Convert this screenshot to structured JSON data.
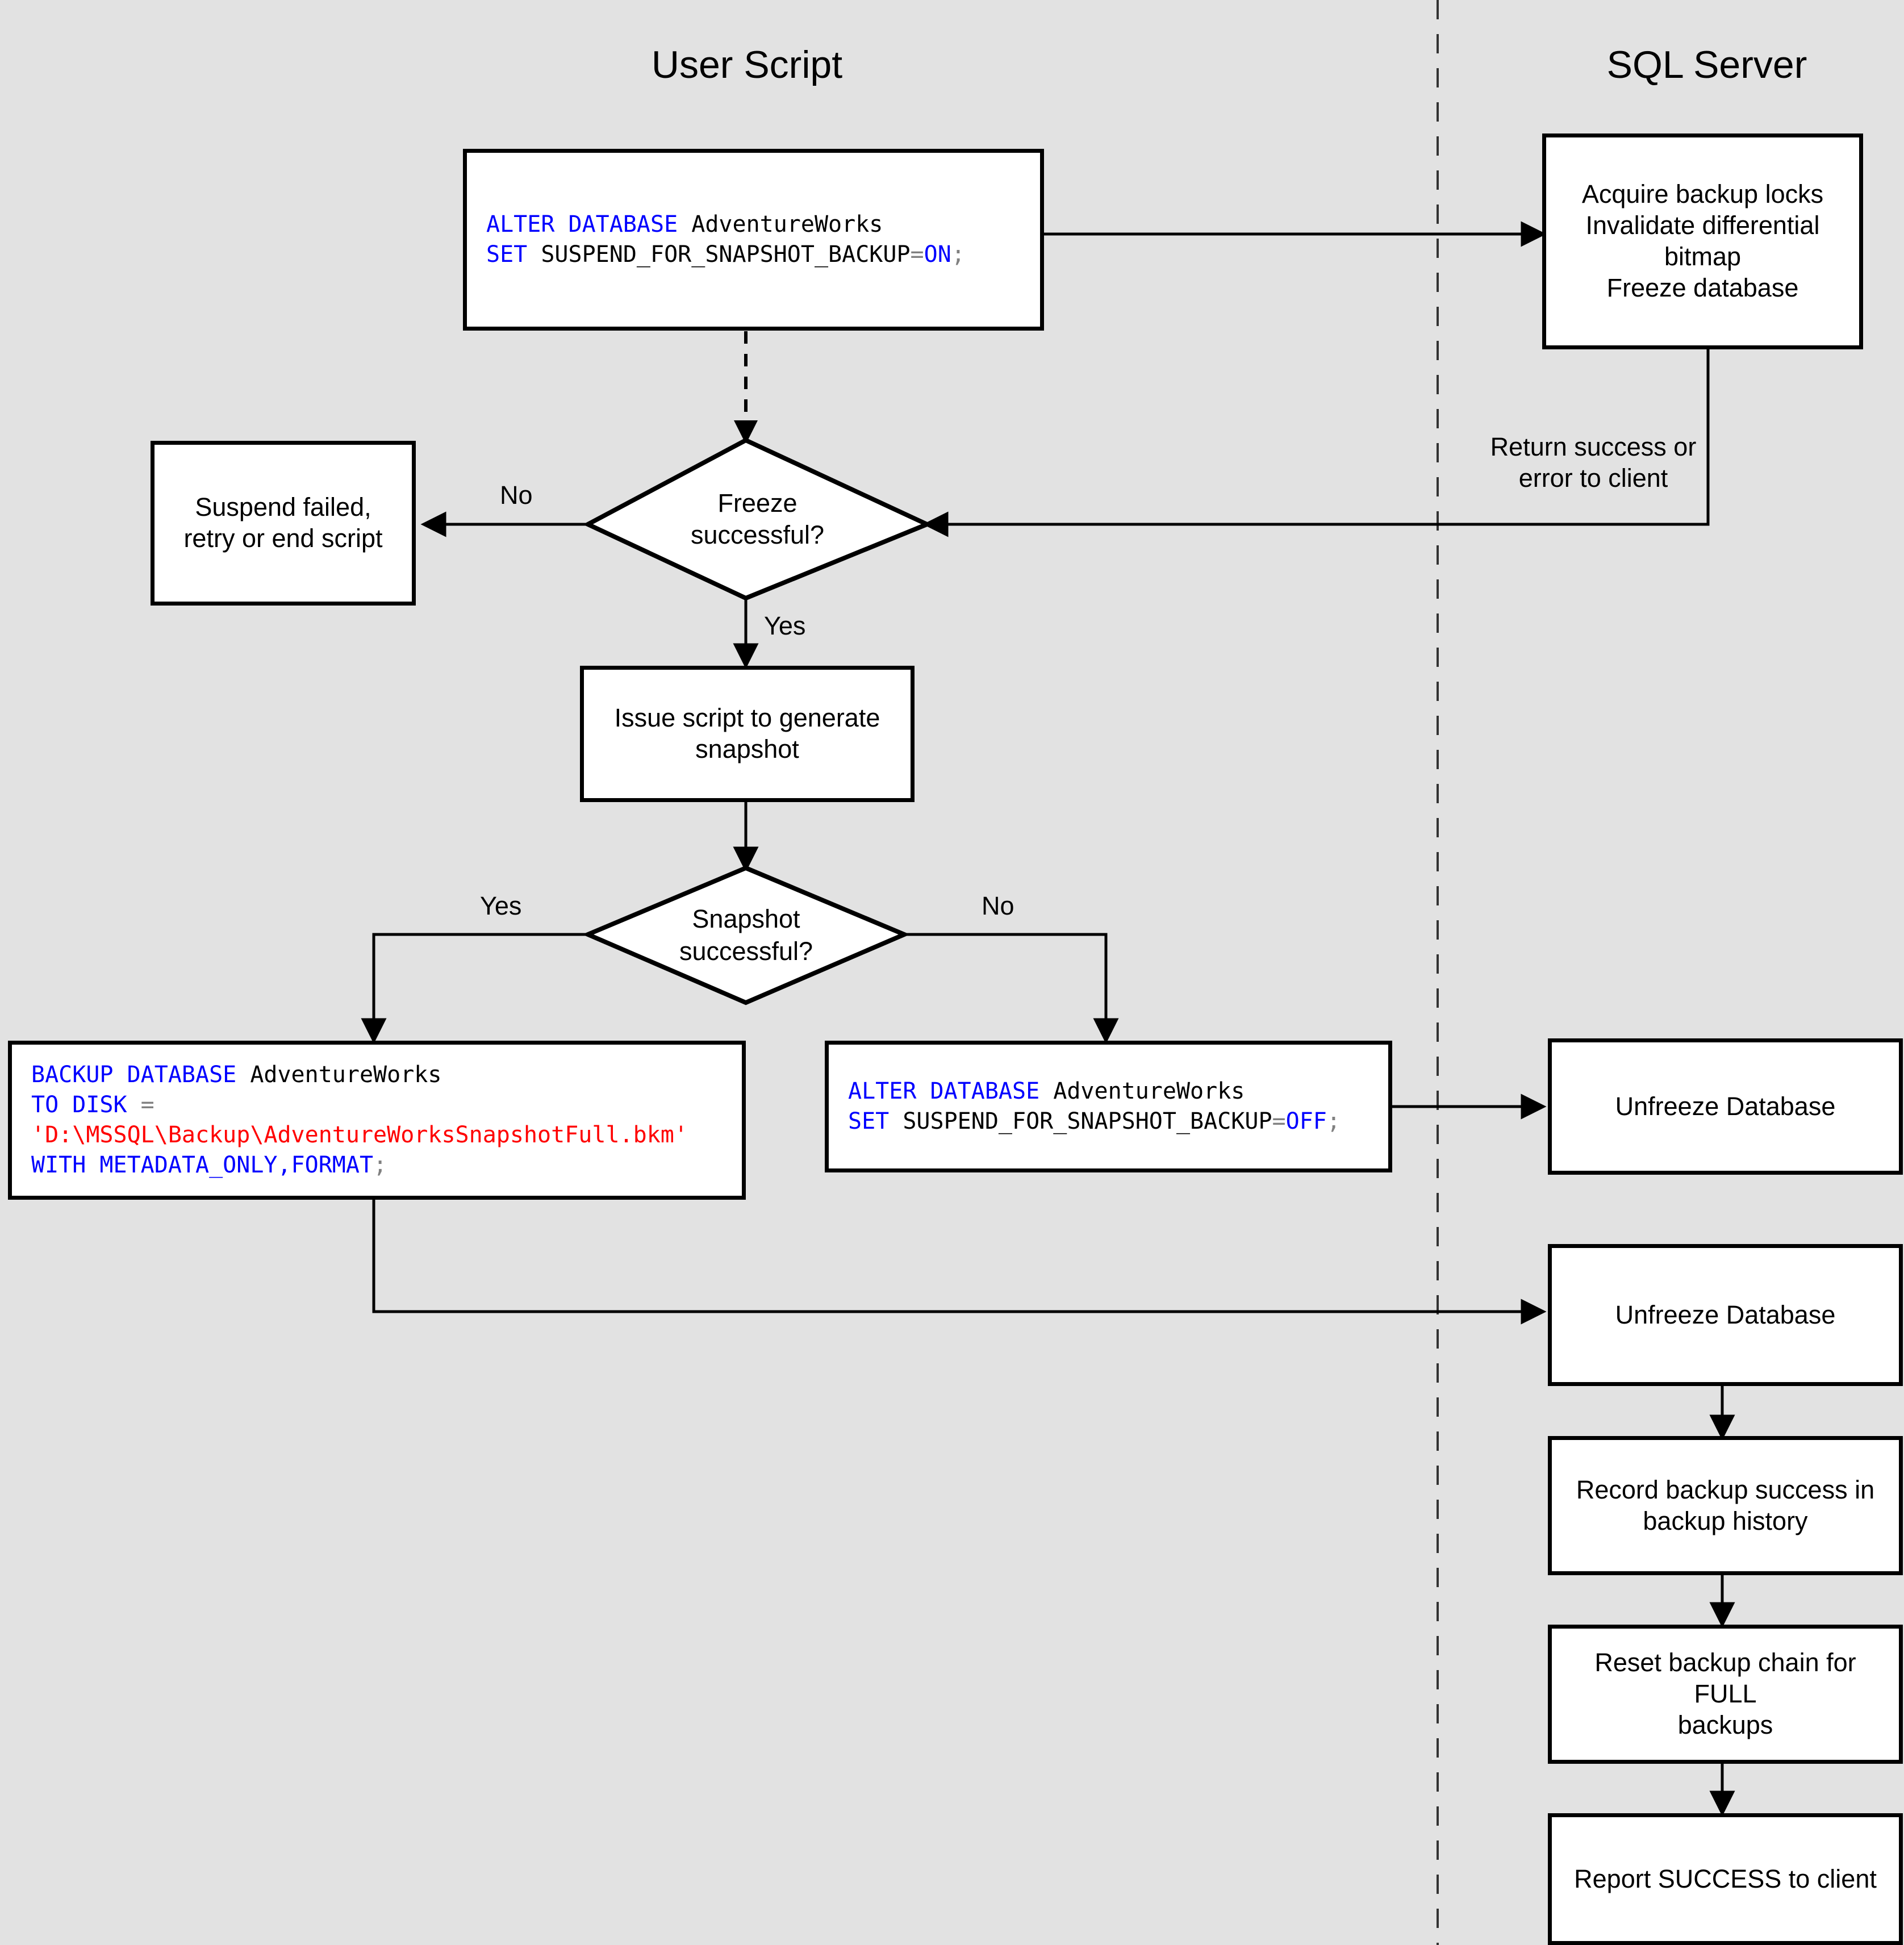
{
  "diagram": {
    "title_left": "User Script",
    "title_right": "SQL Server",
    "background_color": "#e2e2e2",
    "node_fill": "#ffffff",
    "stroke_color": "#000000",
    "sql_keyword_color": "#0000ff",
    "sql_string_color": "#ff0000",
    "sql_operator_color": "#808080"
  },
  "nodes": {
    "alter_on": {
      "type": "code",
      "lines": [
        [
          {
            "t": "ALTER DATABASE ",
            "c": "kw"
          },
          {
            "t": "AdventureWorks",
            "c": "pl"
          }
        ],
        [
          {
            "t": "SET ",
            "c": "kw"
          },
          {
            "t": "SUSPEND_FOR_SNAPSHOT_BACKUP",
            "c": "pl"
          },
          {
            "t": "=",
            "c": "op"
          },
          {
            "t": "ON",
            "c": "kw"
          },
          {
            "t": ";",
            "c": "op"
          }
        ]
      ],
      "plain": "ALTER DATABASE AdventureWorks SET SUSPEND_FOR_SNAPSHOT_BACKUP=ON;"
    },
    "acquire_locks": {
      "type": "box",
      "label": "Acquire backup locks\nInvalidate differential bitmap\nFreeze database"
    },
    "suspend_failed": {
      "type": "box",
      "label": "Suspend failed,\nretry or end script"
    },
    "freeze_decision": {
      "type": "diamond",
      "label": "Freeze\nsuccessful?"
    },
    "issue_script": {
      "type": "box",
      "label": "Issue script to generate\nsnapshot"
    },
    "snapshot_decision": {
      "type": "diamond",
      "label": "Snapshot\nsuccessful?"
    },
    "backup_database": {
      "type": "code",
      "lines": [
        [
          {
            "t": "BACKUP DATABASE ",
            "c": "kw"
          },
          {
            "t": "AdventureWorks",
            "c": "pl"
          }
        ],
        [
          {
            "t": "TO DISK ",
            "c": "kw"
          },
          {
            "t": "=",
            "c": "op"
          }
        ],
        [
          {
            "t": "'D:\\MSSQL\\Backup\\AdventureWorksSnapshotFull.bkm'",
            "c": "str"
          }
        ],
        [
          {
            "t": "WITH METADATA_ONLY,FORMAT",
            "c": "kw"
          },
          {
            "t": ";",
            "c": "op"
          }
        ]
      ],
      "plain": "BACKUP DATABASE AdventureWorks TO DISK = 'D:\\MSSQL\\Backup\\AdventureWorksSnapshotFull.bkm' WITH METADATA_ONLY,FORMAT;"
    },
    "alter_off": {
      "type": "code",
      "lines": [
        [
          {
            "t": "ALTER DATABASE ",
            "c": "kw"
          },
          {
            "t": "AdventureWorks",
            "c": "pl"
          }
        ],
        [
          {
            "t": "SET ",
            "c": "kw"
          },
          {
            "t": "SUSPEND_FOR_SNAPSHOT_BACKUP",
            "c": "pl"
          },
          {
            "t": "=",
            "c": "op"
          },
          {
            "t": "OFF",
            "c": "kw"
          },
          {
            "t": ";",
            "c": "op"
          }
        ]
      ],
      "plain": "ALTER DATABASE AdventureWorks SET SUSPEND_FOR_SNAPSHOT_BACKUP=OFF;"
    },
    "unfreeze_1": {
      "type": "box",
      "label": "Unfreeze Database"
    },
    "unfreeze_2": {
      "type": "box",
      "label": "Unfreeze Database"
    },
    "record_backup": {
      "type": "box",
      "label": "Record backup success in\nbackup history"
    },
    "reset_chain": {
      "type": "box",
      "label": "Reset backup chain for FULL\nbackups"
    },
    "report_success": {
      "type": "box",
      "label": "Report SUCCESS to client"
    }
  },
  "edge_labels": {
    "return_success": "Return success or\nerror to client",
    "freeze_no": "No",
    "freeze_yes": "Yes",
    "snapshot_yes": "Yes",
    "snapshot_no": "No"
  }
}
